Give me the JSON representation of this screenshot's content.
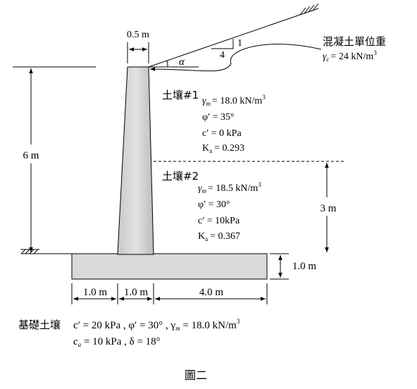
{
  "figure": {
    "caption": "圖二",
    "dims": {
      "stem_top_width": "0.5 m",
      "height_total": "6 m",
      "height_lower": "3 m",
      "base_thickness": "1.0 m",
      "toe": "1.0 m",
      "stem_base": "1.0 m",
      "heel": "4.0 m"
    },
    "slope": {
      "rise": "1",
      "run": "4",
      "angle": "α"
    },
    "concrete": {
      "label": "混凝土單位重",
      "gamma_sym": "γ",
      "gamma_sub": "c",
      "gamma_val": "= 24 kN/m",
      "gamma_sup": "3"
    },
    "soil1": {
      "label": "土壤#1",
      "gamma_sym": "γ",
      "gamma_sub": "m",
      "gamma_val": "= 18.0 kN/m",
      "gamma_sup": "3",
      "phi": "φ′ = 35°",
      "c": "c′ = 0 kPa",
      "ka_sym": "K",
      "ka_sub": "a",
      "ka_val": "= 0.293"
    },
    "soil2": {
      "label": "土壤#2",
      "gamma_sym": "γ",
      "gamma_sub": "m",
      "gamma_val": "= 18.5 kN/m",
      "gamma_sup": "3",
      "phi": "φ′ = 30°",
      "c": "c′ = 10kPa",
      "ka_sym": "K",
      "ka_sub": "a",
      "ka_val": "= 0.367"
    },
    "foundation": {
      "label": "基礎土壤",
      "line1": "c′ = 20 kPa ,  φ′ = 30° ,  γ",
      "line1_sub": "m",
      "line1_val": " = 18.0 kN/m",
      "line1_sup": "3",
      "line2_sym": "c",
      "line2_sub": "a",
      "line2_val": " = 10 kPa ,     δ = 18°"
    },
    "colors": {
      "concrete_fill": "#d9d9d9",
      "concrete_edge": "#b3b3b3"
    }
  }
}
